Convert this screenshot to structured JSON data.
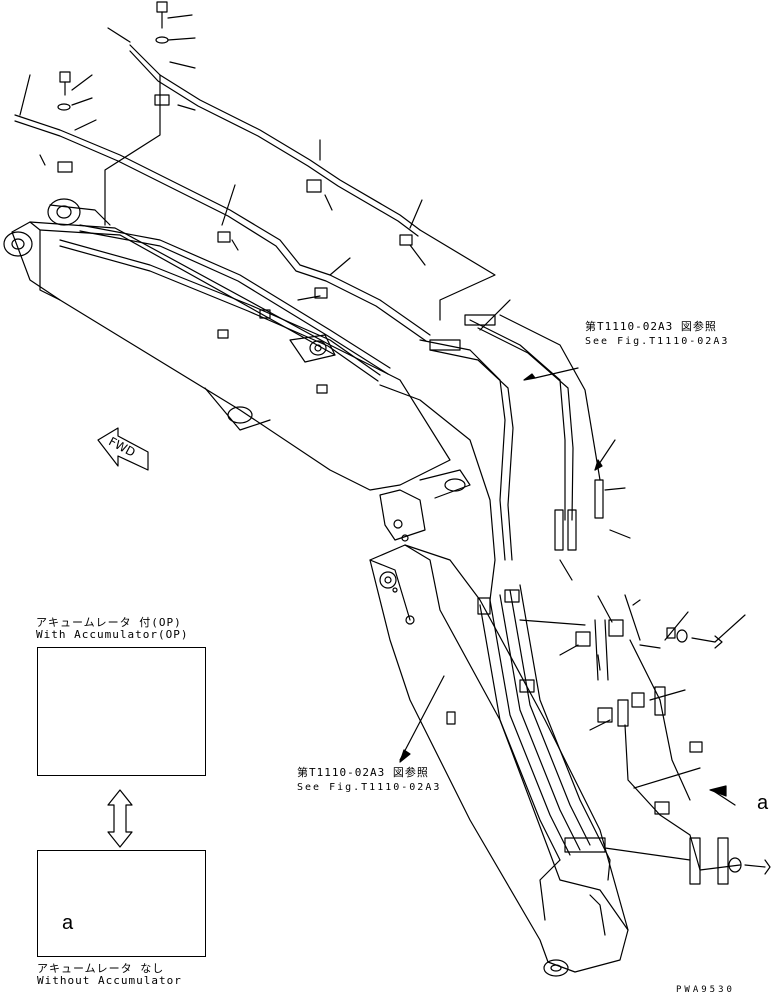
{
  "fig_refs": [
    {
      "jp": "第T1110-02A3 図参照",
      "en": "See Fig.T1110-02A3"
    },
    {
      "jp": "第T1110-02A3 図参照",
      "en": "See Fig.T1110-02A3"
    }
  ],
  "fwd_label": "FWD",
  "inset_with": {
    "jp": "アキュームレータ 付(OP)",
    "en": "With Accumulator(OP)"
  },
  "inset_without": {
    "jp": "アキュームレータ なし",
    "en": "Without Accumulator"
  },
  "arrow_letter": "a",
  "drawing_no": "PWA9530"
}
